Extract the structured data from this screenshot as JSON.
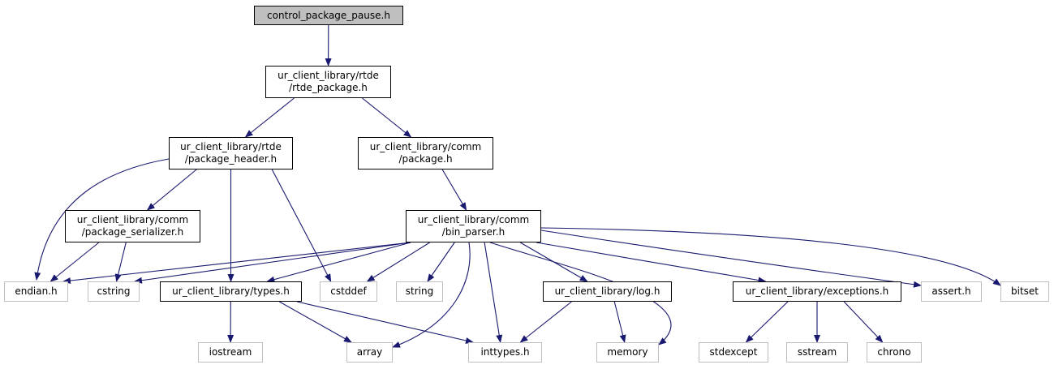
{
  "diagram": {
    "colors": {
      "edge": "#191970",
      "root_fill": "#bfbfbf",
      "solid_border": "#000000",
      "external_border": "#bfbfbf"
    },
    "nodes": {
      "root": {
        "lines": [
          "control_package_pause.h"
        ]
      },
      "rtde_package": {
        "lines": [
          "ur_client_library/rtde",
          "/rtde_package.h"
        ]
      },
      "package_header": {
        "lines": [
          "ur_client_library/rtde",
          "/package_header.h"
        ]
      },
      "comm_package": {
        "lines": [
          "ur_client_library/comm",
          "/package.h"
        ]
      },
      "package_serializer": {
        "lines": [
          "ur_client_library/comm",
          "/package_serializer.h"
        ]
      },
      "bin_parser": {
        "lines": [
          "ur_client_library/comm",
          "/bin_parser.h"
        ]
      },
      "endian": {
        "lines": [
          "endian.h"
        ]
      },
      "cstring": {
        "lines": [
          "cstring"
        ]
      },
      "types": {
        "lines": [
          "ur_client_library/types.h"
        ]
      },
      "cstddef": {
        "lines": [
          "cstddef"
        ]
      },
      "string": {
        "lines": [
          "string"
        ]
      },
      "log": {
        "lines": [
          "ur_client_library/log.h"
        ]
      },
      "exceptions": {
        "lines": [
          "ur_client_library/exceptions.h"
        ]
      },
      "assert": {
        "lines": [
          "assert.h"
        ]
      },
      "bitset": {
        "lines": [
          "bitset"
        ]
      },
      "iostream": {
        "lines": [
          "iostream"
        ]
      },
      "array": {
        "lines": [
          "array"
        ]
      },
      "inttypes": {
        "lines": [
          "inttypes.h"
        ]
      },
      "memory": {
        "lines": [
          "memory"
        ]
      },
      "stdexcept": {
        "lines": [
          "stdexcept"
        ]
      },
      "sstream": {
        "lines": [
          "sstream"
        ]
      },
      "chrono": {
        "lines": [
          "chrono"
        ]
      }
    },
    "edges": [
      [
        "root",
        "rtde_package"
      ],
      [
        "rtde_package",
        "package_header"
      ],
      [
        "rtde_package",
        "comm_package"
      ],
      [
        "package_header",
        "endian"
      ],
      [
        "package_header",
        "package_serializer"
      ],
      [
        "package_header",
        "types"
      ],
      [
        "package_header",
        "cstddef"
      ],
      [
        "comm_package",
        "bin_parser"
      ],
      [
        "package_serializer",
        "endian"
      ],
      [
        "package_serializer",
        "cstring"
      ],
      [
        "bin_parser",
        "endian"
      ],
      [
        "bin_parser",
        "cstring"
      ],
      [
        "bin_parser",
        "types"
      ],
      [
        "bin_parser",
        "cstddef"
      ],
      [
        "bin_parser",
        "string"
      ],
      [
        "bin_parser",
        "array"
      ],
      [
        "bin_parser",
        "inttypes"
      ],
      [
        "bin_parser",
        "log"
      ],
      [
        "bin_parser",
        "memory"
      ],
      [
        "bin_parser",
        "exceptions"
      ],
      [
        "bin_parser",
        "assert"
      ],
      [
        "bin_parser",
        "bitset"
      ],
      [
        "types",
        "iostream"
      ],
      [
        "types",
        "array"
      ],
      [
        "types",
        "inttypes"
      ],
      [
        "log",
        "inttypes"
      ],
      [
        "log",
        "memory"
      ],
      [
        "exceptions",
        "stdexcept"
      ],
      [
        "exceptions",
        "sstream"
      ],
      [
        "exceptions",
        "chrono"
      ]
    ]
  }
}
